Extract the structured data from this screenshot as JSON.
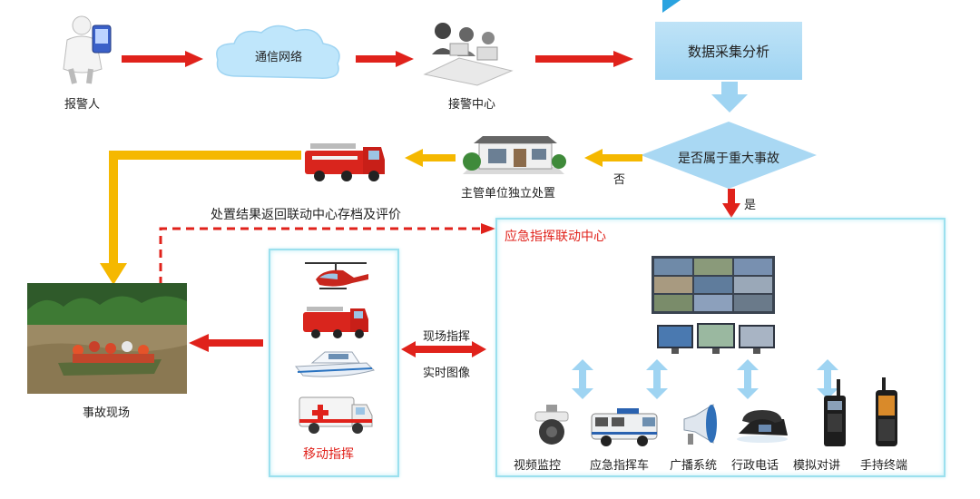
{
  "nodes": {
    "caller": "报警人",
    "network": "通信网络",
    "call_center": "接警中心",
    "data_analysis": "数据采集分析",
    "decision": "是否属于重大事故",
    "no": "否",
    "yes": "是",
    "independent": "主管单位独立处置",
    "scene": "事故现场",
    "feedback": "处置结果返回联动中心存档及评价",
    "mobile_command": "移动指挥",
    "link_top": "现场指挥",
    "link_bottom": "实时图像",
    "emergency_center": "应急指挥联动中心"
  },
  "devices": [
    {
      "label": "视频监控"
    },
    {
      "label": "应急指挥车"
    },
    {
      "label": "广播系统"
    },
    {
      "label": "行政电话"
    },
    {
      "label": "模拟对讲"
    },
    {
      "label": "手持终端"
    }
  ],
  "colors": {
    "red_arrow": "#e0221b",
    "yellow_arrow": "#f5b800",
    "blue_box": "#a9d8f3",
    "frame": "#9be0ee",
    "light_arrow": "#9fd4f2"
  }
}
